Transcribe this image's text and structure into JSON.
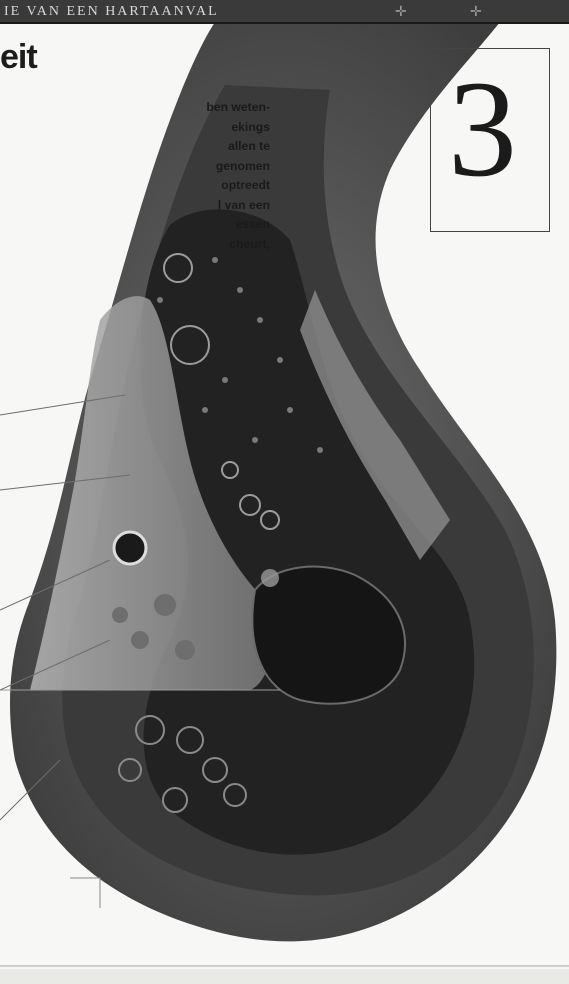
{
  "header": {
    "running_title": "IE VAN EEN HARTAANVAL"
  },
  "article": {
    "title_fragment": "eit",
    "paragraph_lines": [
      "ben weten-",
      "ekings",
      "allen te",
      "genomen",
      "optreedt",
      "l van een",
      "essen",
      "cheurt,"
    ]
  },
  "chapter": {
    "number": "3"
  },
  "colors": {
    "artery_wall": "#5a5a5a",
    "lumen": "#2a2a2a",
    "plaque": "#8a8a8a",
    "background": "#f7f7f5"
  }
}
